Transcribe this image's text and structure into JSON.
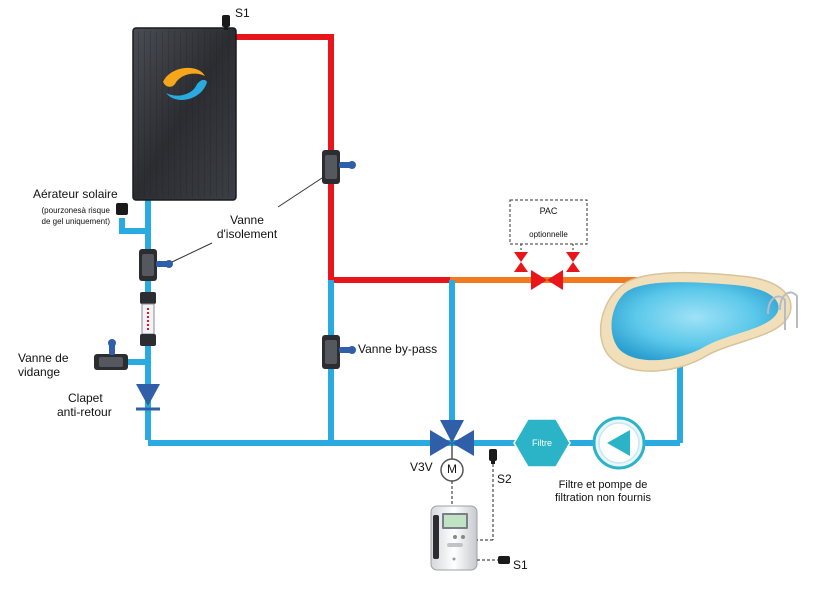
{
  "labels": {
    "s1_top": "S1",
    "aerateur_title": "Aérateur solaire",
    "aerateur_note1": "(pourzonesà risque",
    "aerateur_note2": "de gel uniquement)",
    "vanne_isolement_1": "Vanne",
    "vanne_isolement_2": "d'isolement",
    "pac": "PAC",
    "optionnelle": "optionnelle",
    "vanne_bypass": "Vanne by-pass",
    "vanne_vidange_1": "Vanne de",
    "vanne_vidange_2": "vidange",
    "clapet_1": "Clapet",
    "clapet_2": "anti-retour",
    "v3v": "V3V",
    "motor": "M",
    "s2": "S2",
    "filtre": "Filtre",
    "filtre_pompe_1": "Filtre et pompe de",
    "filtre_pompe_2": "filtration non fournis",
    "s1_bottom": "S1"
  },
  "colors": {
    "hot_pipe": "#e8151b",
    "cold_pipe": "#29abe2",
    "pac_pipe": "#f07a1e",
    "valve_red": "#e8151b",
    "valve_blue": "#2e5fa8",
    "filter_teal": "#2bb3c7",
    "pool_water": "#5bc8ea",
    "pool_rim": "#f1dfb9",
    "panel_dark": "#2b2d31"
  },
  "icons": {
    "panel": "solar-panel-icon",
    "logo": "brand-logo-icon",
    "valve": "ball-valve-icon",
    "pump": "pump-icon",
    "pool": "pool-icon",
    "controller": "controller-icon",
    "sensor": "sensor-icon"
  }
}
